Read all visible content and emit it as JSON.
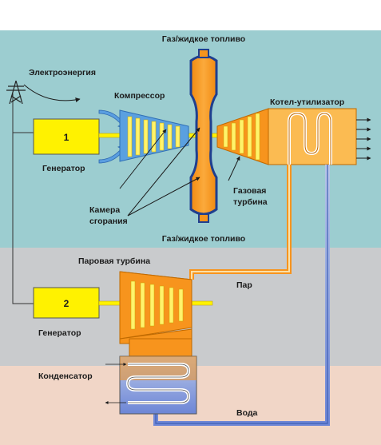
{
  "labels": {
    "fuel_top": "Газ/жидкое топливо",
    "electricity": "Электроэнергия",
    "compressor": "Компрессор",
    "heat_recovery_boiler": "Котел-утилизатор",
    "generator_1_number": "1",
    "generator_1": "Генератор",
    "gas_turbine_line1": "Газовая",
    "gas_turbine_line2": "турбина",
    "combustion_chamber_line1": "Камера",
    "combustion_chamber_line2": "сгорания",
    "fuel_bottom": "Газ/жидкое топливо",
    "steam_turbine": "Паровая турбина",
    "steam": "Пар",
    "generator_2_number": "2",
    "generator_2": "Генератор",
    "condenser": "Конденсатор",
    "water": "Вода"
  },
  "colors": {
    "band_top": "#9ccdd0",
    "band_middle": "#c9cbcd",
    "band_bottom": "#f1d6c7",
    "orange": "#f7941d",
    "orange_light": "#fbbb52",
    "generator_yellow": "#fff200",
    "blade_yellow": "#fff36b",
    "blue_dark": "#1f3f8f",
    "water_blue": "#7f9fe0"
  },
  "icons": {
    "electricity": "power-tower-icon"
  }
}
